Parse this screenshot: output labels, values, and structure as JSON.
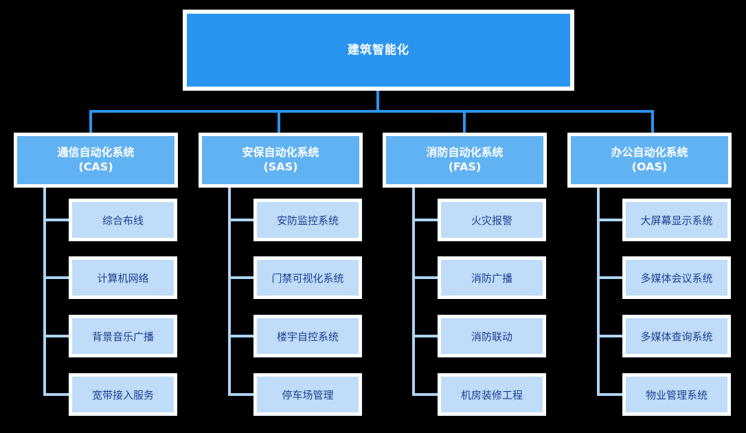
{
  "colors": {
    "background": "#000000",
    "root_fill": "#2a95ef",
    "level2_fill": "#61b2f2",
    "level3_fill": "#bfdcf8",
    "level3_text": "#1c3f92",
    "connector_primary": "#2a95ef",
    "connector_secondary": "#aed5f5",
    "box_border": "#ffffff"
  },
  "root": {
    "label": "建筑智能化"
  },
  "branches": [
    {
      "title": "通信自动化系统",
      "abbr": "(CAS)",
      "children": [
        {
          "label": "综合布线"
        },
        {
          "label": "计算机网络"
        },
        {
          "label": "背景音乐广播"
        },
        {
          "label": "宽带接入服务"
        }
      ]
    },
    {
      "title": "安保自动化系统",
      "abbr": "(SAS)",
      "children": [
        {
          "label": "安防监控系统"
        },
        {
          "label": "门禁可视化系统"
        },
        {
          "label": "楼宇自控系统"
        },
        {
          "label": "停车场管理"
        }
      ]
    },
    {
      "title": "消防自动化系统",
      "abbr": "(FAS)",
      "children": [
        {
          "label": "火灾报警"
        },
        {
          "label": "消防广播"
        },
        {
          "label": "消防联动"
        },
        {
          "label": "机房装修工程"
        }
      ]
    },
    {
      "title": "办公自动化系统",
      "abbr": "(OAS)",
      "children": [
        {
          "label": "大屏幕显示系统"
        },
        {
          "label": "多媒体会议系统"
        },
        {
          "label": "多媒体查询系统"
        },
        {
          "label": "物业管理系统"
        }
      ]
    }
  ]
}
